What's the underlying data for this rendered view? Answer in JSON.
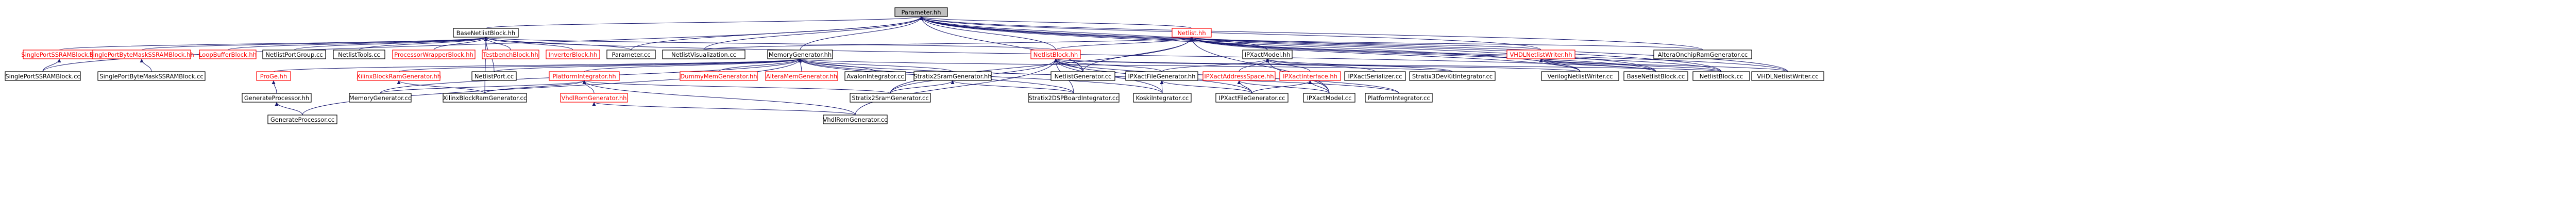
{
  "colors": {
    "edge": "#191970",
    "documented_border": "#000000",
    "undocumented_border": "#ff0000",
    "root_fill": "#bfbfbf"
  },
  "nodes": [
    {
      "id": "root",
      "label": "Parameter.hh",
      "style": "root"
    },
    {
      "id": "bnb",
      "label": "BaseNetlistBlock.hh",
      "style": "black"
    },
    {
      "id": "nb_hh",
      "label": "Netlist.hh",
      "style": "red"
    },
    {
      "id": "sp_ssram_h",
      "label": "SinglePortSSRAMBlock.hh",
      "style": "red"
    },
    {
      "id": "spbm_h",
      "label": "SinglePortByteMaskSSRAMBlock.hh",
      "style": "red"
    },
    {
      "id": "lbb",
      "label": "LoopBufferBlock.hh",
      "style": "red"
    },
    {
      "id": "npg",
      "label": "NetlistPortGroup.cc",
      "style": "black"
    },
    {
      "id": "ntools",
      "label": "NetlistTools.cc",
      "style": "black"
    },
    {
      "id": "pwb",
      "label": "ProcessorWrapperBlock.hh",
      "style": "red"
    },
    {
      "id": "tbb",
      "label": "TestbenchBlock.hh",
      "style": "red"
    },
    {
      "id": "inv",
      "label": "InverterBlock.hh",
      "style": "red"
    },
    {
      "id": "param_cc",
      "label": "Parameter.cc",
      "style": "black"
    },
    {
      "id": "nviz",
      "label": "NetlistVisualization.cc",
      "style": "black"
    },
    {
      "id": "memgen",
      "label": "MemoryGenerator.hh",
      "style": "black"
    },
    {
      "id": "nblock_hh",
      "label": "NetlistBlock.hh",
      "style": "red"
    },
    {
      "id": "ipxm",
      "label": "IPXactModel.hh",
      "style": "black"
    },
    {
      "id": "vhdlw",
      "label": "VHDLNetlistWriter.hh",
      "style": "red"
    },
    {
      "id": "altera_rom",
      "label": "AlteraOnchipRamGenerator.cc",
      "style": "black"
    },
    {
      "id": "sp_ssram_cc",
      "label": "SinglePortSSRAMBlock.cc",
      "style": "black"
    },
    {
      "id": "spbm_cc",
      "label": "SinglePortByteMaskSSRAMBlock.cc",
      "style": "black"
    },
    {
      "id": "progen",
      "label": "ProGe.hh",
      "style": "red"
    },
    {
      "id": "xinx_h",
      "label": "XilinxBlockRamGenerator.hh",
      "style": "red"
    },
    {
      "id": "nport",
      "label": "NetlistPort.cc",
      "style": "black"
    },
    {
      "id": "pint_h",
      "label": "PlatformIntegrator.hh",
      "style": "red"
    },
    {
      "id": "dummy",
      "label": "DummyMemGenerator.hh",
      "style": "red"
    },
    {
      "id": "altmem",
      "label": "AlteraMemGenerator.hh",
      "style": "red"
    },
    {
      "id": "avalon",
      "label": "AvalonIntegrator.cc",
      "style": "black"
    },
    {
      "id": "stratix_h",
      "label": "Stratix2SramGenerator.hh",
      "style": "black"
    },
    {
      "id": "ngen",
      "label": "NetlistGenerator.cc",
      "style": "black"
    },
    {
      "id": "ipxfg_h",
      "label": "IPXactFileGenerator.hh",
      "style": "black"
    },
    {
      "id": "ipxas",
      "label": "IPXactAddressSpace.hh",
      "style": "red"
    },
    {
      "id": "ipxif",
      "label": "IPXactInterface.hh",
      "style": "red"
    },
    {
      "id": "ipxser",
      "label": "IPXactSerializer.cc",
      "style": "black"
    },
    {
      "id": "s3dev",
      "label": "Stratix3DevKitIntegrator.cc",
      "style": "black"
    },
    {
      "id": "vlog",
      "label": "VerilogNetlistWriter.cc",
      "style": "black"
    },
    {
      "id": "bnb_cc",
      "label": "BaseNetlistBlock.cc",
      "style": "black"
    },
    {
      "id": "nblock_cc",
      "label": "NetlistBlock.cc",
      "style": "black"
    },
    {
      "id": "vhdlw_cc",
      "label": "VHDLNetlistWriter.cc",
      "style": "black"
    },
    {
      "id": "genproc_h",
      "label": "GenerateProcessor.hh",
      "style": "black"
    },
    {
      "id": "memgen_cc",
      "label": "MemoryGenerator.cc",
      "style": "black"
    },
    {
      "id": "xinx_cc",
      "label": "XilinxBlockRamGenerator.cc",
      "style": "black"
    },
    {
      "id": "vrom_h",
      "label": "VhdlRomGenerator.hh",
      "style": "red"
    },
    {
      "id": "stratix_cc",
      "label": "Stratix2SramGenerator.cc",
      "style": "black"
    },
    {
      "id": "s2dsp",
      "label": "Stratix2DSPBoardIntegrator.cc",
      "style": "black"
    },
    {
      "id": "koski",
      "label": "KoskiIntegrator.cc",
      "style": "black"
    },
    {
      "id": "ipxfg_cc",
      "label": "IPXactFileGenerator.cc",
      "style": "black"
    },
    {
      "id": "ipxm_cc",
      "label": "IPXactModel.cc",
      "style": "black"
    },
    {
      "id": "pint_cc",
      "label": "PlatformIntegrator.cc",
      "style": "black"
    },
    {
      "id": "genproc_cc",
      "label": "GenerateProcessor.cc",
      "style": "black"
    },
    {
      "id": "vrom_cc",
      "label": "VhdlRomGenerator.cc",
      "style": "black"
    }
  ],
  "edges": [
    [
      "root",
      "bnb"
    ],
    [
      "root",
      "nb_hh"
    ],
    [
      "root",
      "param_cc"
    ],
    [
      "root",
      "nviz"
    ],
    [
      "root",
      "memgen"
    ],
    [
      "root",
      "nblock_hh"
    ],
    [
      "root",
      "ipxm"
    ],
    [
      "root",
      "vhdlw"
    ],
    [
      "root",
      "altera_rom"
    ],
    [
      "root",
      "sp_ssram_cc"
    ],
    [
      "root",
      "vlog"
    ],
    [
      "root",
      "nblock_cc"
    ],
    [
      "root",
      "vhdlw_cc"
    ],
    [
      "root",
      "bnb_cc"
    ],
    [
      "root",
      "ngen"
    ],
    [
      "bnb",
      "sp_ssram_h"
    ],
    [
      "bnb",
      "spbm_h"
    ],
    [
      "bnb",
      "lbb"
    ],
    [
      "bnb",
      "npg"
    ],
    [
      "bnb",
      "ntools"
    ],
    [
      "bnb",
      "pwb"
    ],
    [
      "bnb",
      "tbb"
    ],
    [
      "bnb",
      "inv"
    ],
    [
      "bnb",
      "param_cc"
    ],
    [
      "bnb",
      "nblock_hh"
    ],
    [
      "bnb",
      "bnb_cc"
    ],
    [
      "bnb",
      "nport"
    ],
    [
      "bnb",
      "xinx_cc"
    ],
    [
      "nb_hh",
      "nviz"
    ],
    [
      "nb_hh",
      "nblock_hh"
    ],
    [
      "nb_hh",
      "ipxm"
    ],
    [
      "nb_hh",
      "vhdlw"
    ],
    [
      "nb_hh",
      "altera_rom"
    ],
    [
      "nb_hh",
      "ngen"
    ],
    [
      "nb_hh",
      "vlog"
    ],
    [
      "nb_hh",
      "bnb_cc"
    ],
    [
      "nb_hh",
      "nblock_cc"
    ],
    [
      "nb_hh",
      "vhdlw_cc"
    ],
    [
      "nb_hh",
      "ipxm_cc"
    ],
    [
      "nb_hh",
      "stratix_cc"
    ],
    [
      "sp_ssram_h",
      "sp_ssram_cc"
    ],
    [
      "spbm_h",
      "spbm_cc"
    ],
    [
      "memgen",
      "progen"
    ],
    [
      "memgen",
      "xinx_h"
    ],
    [
      "memgen",
      "nport"
    ],
    [
      "memgen",
      "pint_h"
    ],
    [
      "memgen",
      "dummy"
    ],
    [
      "memgen",
      "altmem"
    ],
    [
      "memgen",
      "avalon"
    ],
    [
      "memgen",
      "stratix_h"
    ],
    [
      "memgen",
      "memgen_cc"
    ],
    [
      "memgen",
      "s2dsp"
    ],
    [
      "memgen",
      "koski"
    ],
    [
      "memgen",
      "pint_cc"
    ],
    [
      "memgen",
      "s3dev"
    ],
    [
      "memgen",
      "genproc_cc"
    ],
    [
      "nblock_hh",
      "ngen"
    ],
    [
      "nblock_hh",
      "ipxfg_h"
    ],
    [
      "nblock_hh",
      "stratix_cc"
    ],
    [
      "nblock_hh",
      "s2dsp"
    ],
    [
      "nblock_hh",
      "koski"
    ],
    [
      "nblock_hh",
      "ipxfg_cc"
    ],
    [
      "nblock_hh",
      "pint_cc"
    ],
    [
      "nblock_hh",
      "vlog"
    ],
    [
      "nblock_hh",
      "nblock_cc"
    ],
    [
      "nblock_hh",
      "vrom_cc"
    ],
    [
      "ipxm",
      "ipxfg_h"
    ],
    [
      "ipxm",
      "ipxas"
    ],
    [
      "ipxm",
      "ipxif"
    ],
    [
      "ipxm",
      "ipxser"
    ],
    [
      "ipxm",
      "s3dev"
    ],
    [
      "ipxm",
      "ipxm_cc"
    ],
    [
      "vhdlw",
      "vlog"
    ],
    [
      "vhdlw",
      "bnb_cc"
    ],
    [
      "vhdlw",
      "nblock_cc"
    ],
    [
      "vhdlw",
      "vhdlw_cc"
    ],
    [
      "progen",
      "genproc_h"
    ],
    [
      "xinx_h",
      "xinx_cc"
    ],
    [
      "pint_h",
      "memgen_cc"
    ],
    [
      "pint_h",
      "xinx_cc"
    ],
    [
      "pint_h",
      "vrom_h"
    ],
    [
      "pint_h",
      "stratix_cc"
    ],
    [
      "pint_h",
      "vrom_cc"
    ],
    [
      "stratix_h",
      "stratix_cc"
    ],
    [
      "stratix_h",
      "s2dsp"
    ],
    [
      "ipxfg_h",
      "koski"
    ],
    [
      "ipxfg_h",
      "ipxfg_cc"
    ],
    [
      "ipxas",
      "ipxfg_cc"
    ],
    [
      "ipxas",
      "ipxm_cc"
    ],
    [
      "ipxif",
      "ipxfg_cc"
    ],
    [
      "ipxif",
      "ipxm_cc"
    ],
    [
      "genproc_h",
      "genproc_cc"
    ],
    [
      "vrom_h",
      "vrom_cc"
    ]
  ]
}
